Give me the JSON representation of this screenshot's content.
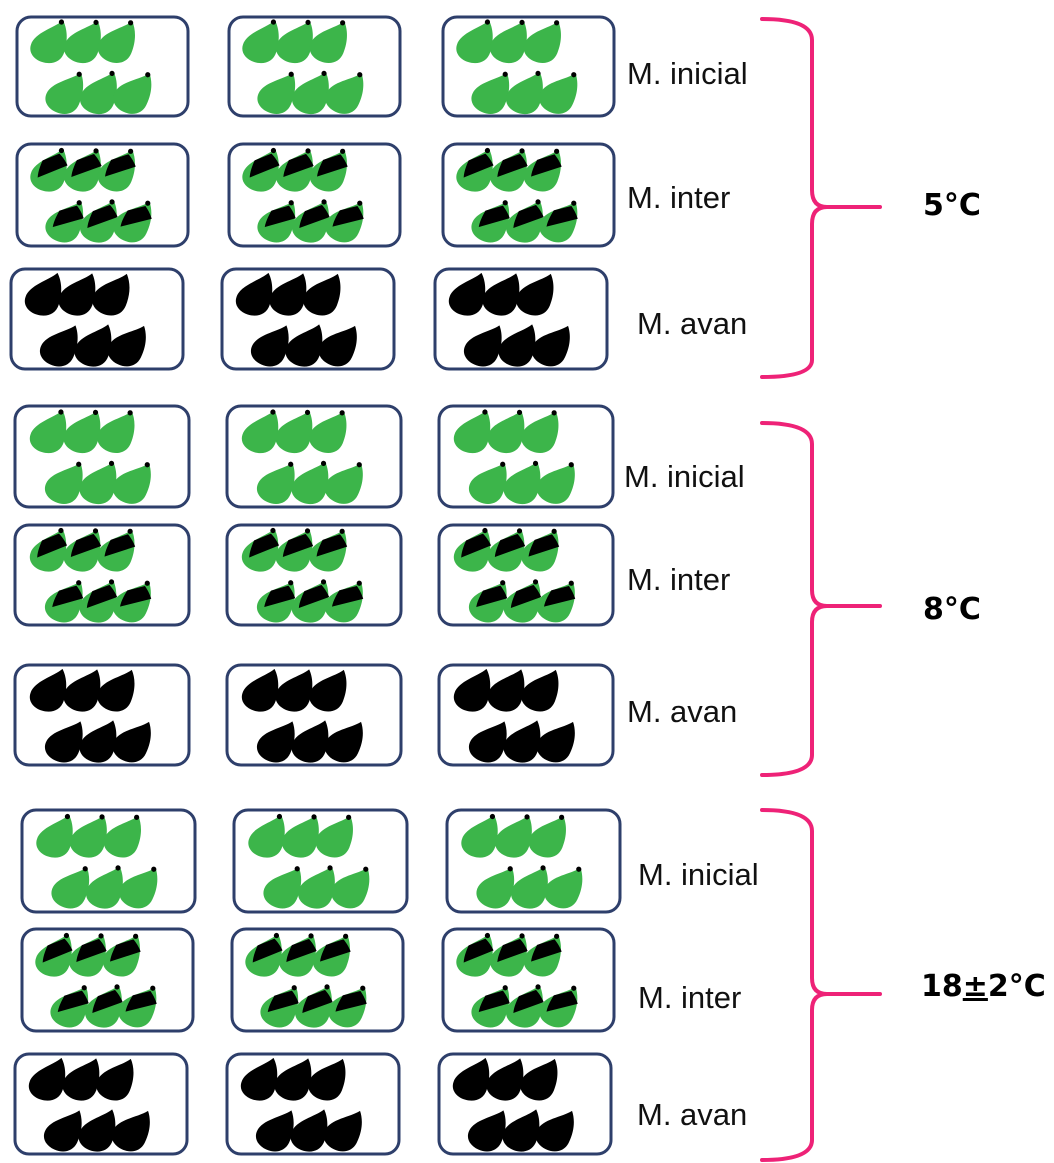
{
  "colors": {
    "fruit_green": "#3cb54a",
    "fruit_black": "#000000",
    "tray_border": "#2e3f6b",
    "brace": "#ee2277"
  },
  "groups": [
    {
      "temperature": "5°C",
      "rows": [
        {
          "label": "M. inicial",
          "stage": "green"
        },
        {
          "label": "M. inter",
          "stage": "mixed"
        },
        {
          "label": "M. avan",
          "stage": "black"
        }
      ]
    },
    {
      "temperature": "8°C",
      "rows": [
        {
          "label": "M. inicial",
          "stage": "green"
        },
        {
          "label": "M. inter",
          "stage": "mixed"
        },
        {
          "label": "M. avan",
          "stage": "black"
        }
      ]
    },
    {
      "temperature": "18±2°C",
      "temperature_parts": [
        "18",
        "±",
        "2°C"
      ],
      "rows": [
        {
          "label": "M. inicial",
          "stage": "green"
        },
        {
          "label": "M. inter",
          "stage": "mixed"
        },
        {
          "label": "M. avan",
          "stage": "black"
        }
      ]
    }
  ]
}
